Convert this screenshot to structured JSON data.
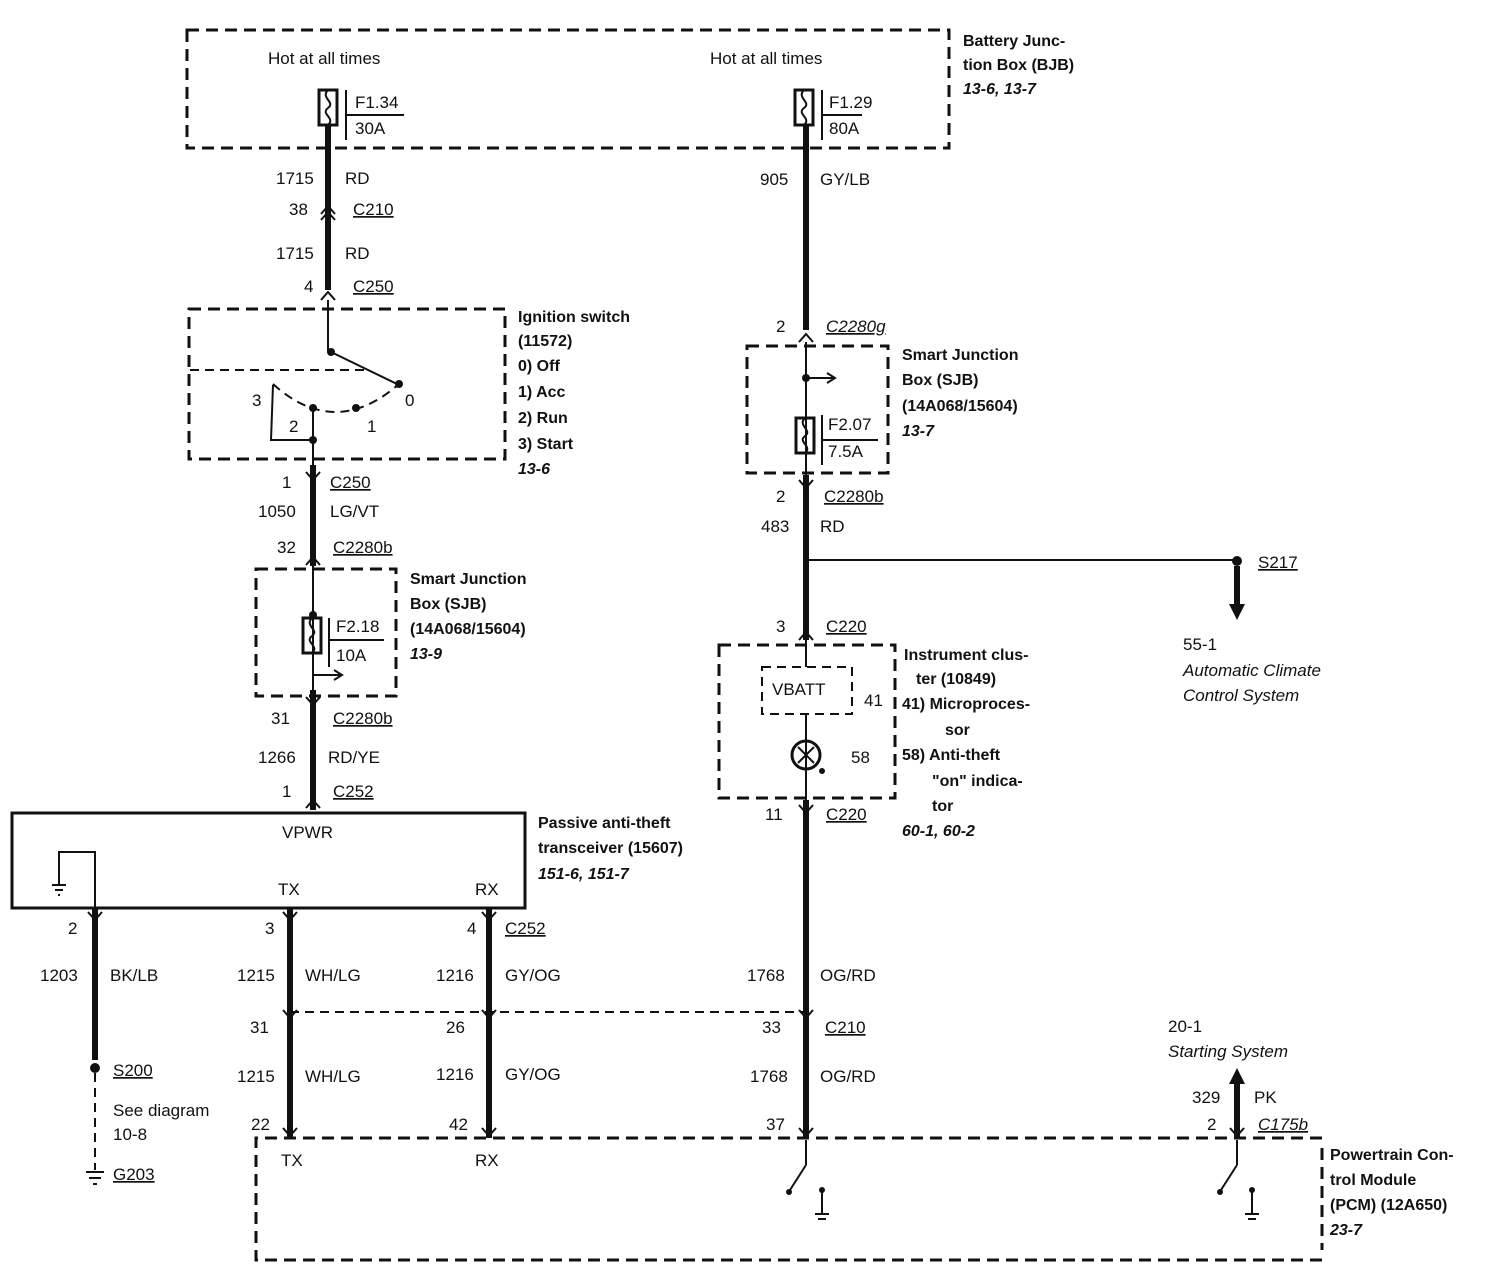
{
  "labels": {
    "hot_left": "Hot at all times",
    "hot_right": "Hot at all times",
    "bjb": [
      "Battery Junc-",
      "tion Box (BJB)",
      "13-6, 13-7"
    ],
    "f134": [
      "F1.34",
      "30A"
    ],
    "f129": [
      "F1.29",
      "80A"
    ],
    "w1715a": [
      "1715",
      "RD"
    ],
    "c210a": [
      "38",
      "C210"
    ],
    "w1715b": [
      "1715",
      "RD"
    ],
    "c250a": [
      "4",
      "C250"
    ],
    "ign": [
      "Ignition switch",
      "(11572)",
      "0)   Off",
      "1)   Acc",
      "2)   Run",
      "3)   Start",
      "13-6"
    ],
    "ign_pos": [
      "3",
      "2",
      "1",
      "0"
    ],
    "c250b": [
      "1",
      "C250"
    ],
    "w1050": [
      "1050",
      "LG/VT"
    ],
    "c2280b_32": [
      "32",
      "C2280b"
    ],
    "sjb_left": [
      "Smart Junction",
      "Box (SJB)",
      "(14A068/15604)",
      "13-9"
    ],
    "f218": [
      "F2.18",
      "10A"
    ],
    "c2280b_31": [
      "31",
      "C2280b"
    ],
    "w1266": [
      "1266",
      "RD/YE"
    ],
    "c252a": [
      "1",
      "C252"
    ],
    "pats": [
      "Passive anti-theft",
      "transceiver (15607)",
      "151-6, 151-7"
    ],
    "pats_pins": [
      "VPWR",
      "TX",
      "RX"
    ],
    "pins_2_3_4": [
      "2",
      "3",
      "4",
      "C252"
    ],
    "w1203": [
      "1203",
      "BK/LB"
    ],
    "w1215a": [
      "1215",
      "WH/LG"
    ],
    "w1216a": [
      "1216",
      "GY/OG"
    ],
    "c210_pins": [
      "31",
      "26",
      "33",
      "C210"
    ],
    "w1215b": [
      "1215",
      "WH/LG"
    ],
    "w1216b": [
      "1216",
      "GY/OG"
    ],
    "s200": "S200",
    "see_diag": [
      "See diagram",
      "10-8"
    ],
    "g203": "G203",
    "pcm_pins": [
      "22",
      "42",
      "37",
      "2",
      "C175b"
    ],
    "pcm_txrx": [
      "TX",
      "RX"
    ],
    "pcm": [
      "Powertrain Con-",
      "trol Module",
      "(PCM) (12A650)",
      "23-7"
    ],
    "w905": [
      "905",
      "GY/LB"
    ],
    "c2280g": [
      "2",
      "C2280g"
    ],
    "sjb_right": [
      "Smart Junction",
      "Box (SJB)",
      "(14A068/15604)",
      "13-7"
    ],
    "f207": [
      "F2.07",
      "7.5A"
    ],
    "c2280b_2": [
      "2",
      "C2280b"
    ],
    "w483": [
      "483",
      "RD"
    ],
    "s217": "S217",
    "climate": [
      "55-1",
      "Automatic Climate",
      "Control System"
    ],
    "c220a": [
      "3",
      "C220"
    ],
    "ic": [
      "Instrument clus-",
      "ter (10849)",
      "41) Microproces-",
      "sor",
      "58) Anti-theft",
      "\"on\" indica-",
      "tor",
      "60-1, 60-2"
    ],
    "vbatt": "VBATT",
    "ic_pins": [
      "41",
      "58"
    ],
    "c220b": [
      "11",
      "C220"
    ],
    "w1768a": [
      "1768",
      "OG/RD"
    ],
    "w1768b": [
      "1768",
      "OG/RD"
    ],
    "starting": [
      "20-1",
      "Starting System"
    ],
    "w329": [
      "329",
      "PK"
    ]
  }
}
